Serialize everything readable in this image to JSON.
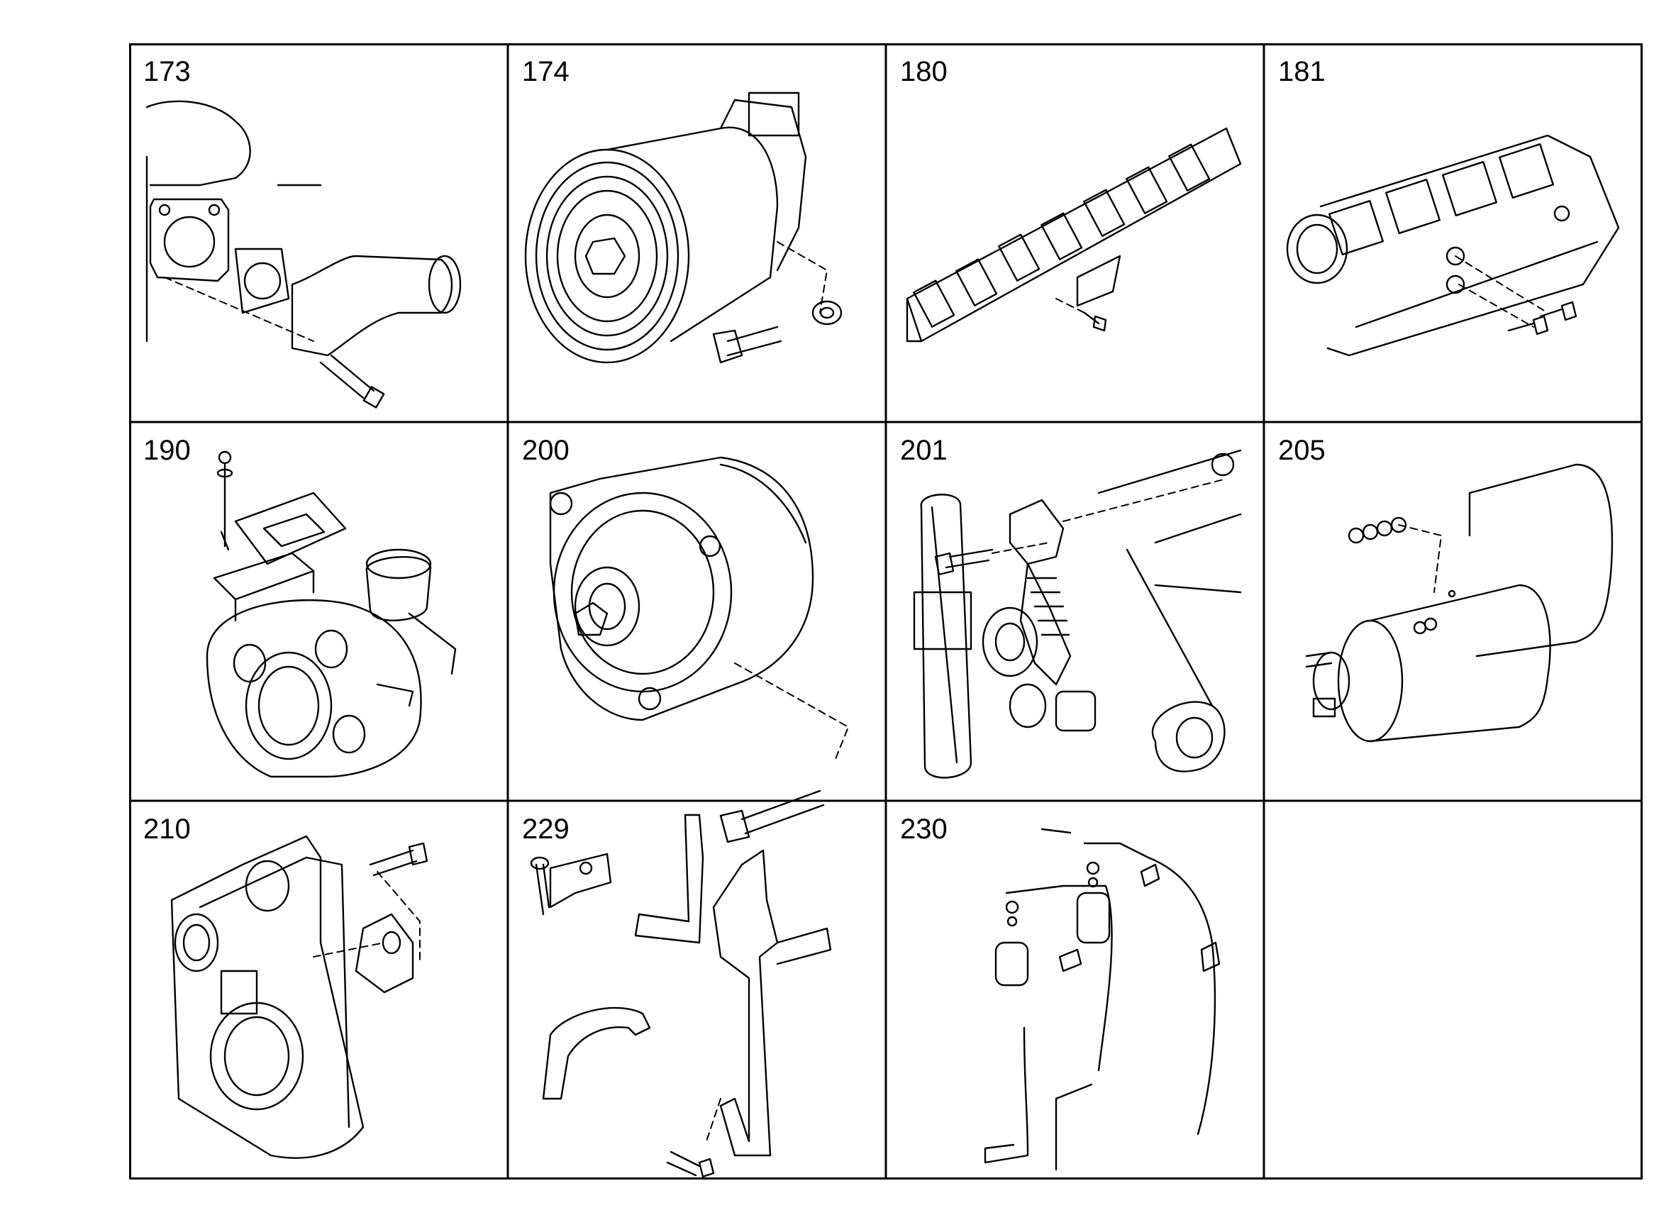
{
  "cells": [
    {
      "number": "173",
      "part": "exhaust-elbow-icon"
    },
    {
      "number": "174",
      "part": "pulley-drive-icon"
    },
    {
      "number": "180",
      "part": "rocker-assembly-icon"
    },
    {
      "number": "181",
      "part": "rocker-housing-icon"
    },
    {
      "number": "190",
      "part": "turbocharger-icon"
    },
    {
      "number": "200",
      "part": "alternator-icon"
    },
    {
      "number": "201",
      "part": "belt-tensioner-icon"
    },
    {
      "number": "205",
      "part": "starter-motor-icon"
    },
    {
      "number": "210",
      "part": "timing-case-icon"
    },
    {
      "number": "229",
      "part": "brackets-icon"
    },
    {
      "number": "230",
      "part": "wiring-harness-icon"
    },
    {
      "number": "",
      "part": ""
    }
  ],
  "colors": {
    "line": "#000000",
    "background": "#ffffff"
  }
}
